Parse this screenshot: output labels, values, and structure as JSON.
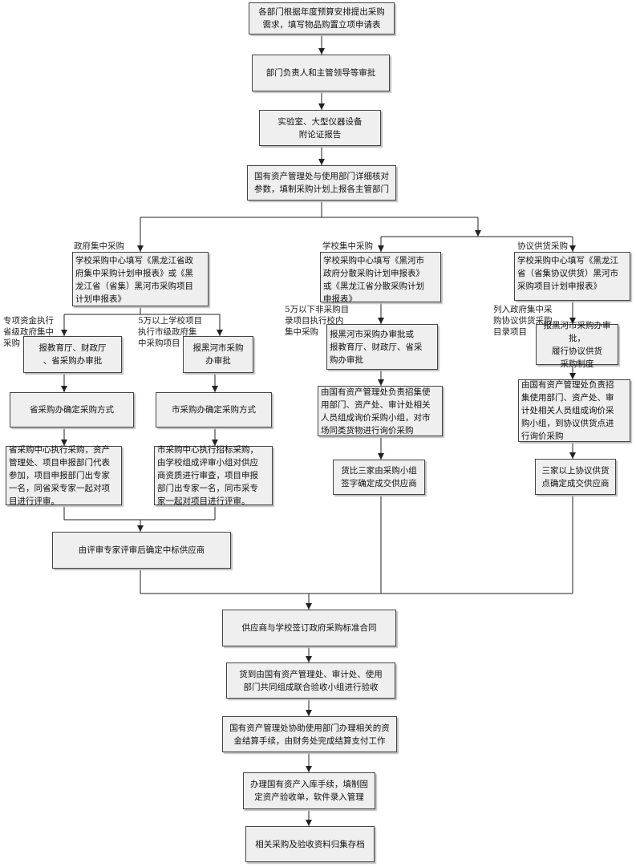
{
  "boxes": {
    "b1": "各部门根据年度预算安排提出采购\n需求，填写物品购置立项申请表",
    "b2": "部门负责人和主管领导等审批",
    "b3": "实验室、大型仪器设备\n附论证报告",
    "b4": "国有资产管理处与使用部门详细核对\n参数，填制采购计划上报各主管部门",
    "g1": "学校采购中心填写《黑龙江省政\n府集中采购计划申报表》或《黑\n龙江省（省集）黑河市采购项目\n计划申报表》",
    "g2a": "报教育厅、财政厅\n、省采购办审批",
    "g2b": "报黑河市采购\n办审批",
    "g3a": "省采购办确定采购方式",
    "g3b": "市采购办确定采购方式",
    "g4a": "省采购中心执行采购，资产\n管理处、项目申报部门代表\n参加，项目申报部门出专家\n一名，同省采专家一起对项\n目进行评审。",
    "g4b": "市采购中心执行招标采购，\n由学校组成评审小组对供应\n商资质进行审查，项目申报\n部门出专家一名，同市采专\n家一起对项目进行评审。",
    "g5": "由评审专家评审后确定中标供应商",
    "s1": "学校采购中心填写《黑河市\n政府分散采购计划申报表》\n或《黑龙江省分散采购计划\n申报表》",
    "s2": "报黑河市采购办审批或\n报教育厅、财政厅、省采\n购办审批",
    "s3": "由国有资产管理处负责招集使\n用部门、资产处、审计处相关\n人员组成询价采购小组，对市\n场同类货物进行询价采购",
    "s4": "货比三家由采购小组\n签字确定成交供应商",
    "x1": "学校采购中心填写《黑龙江\n省（省集协议供货）黑河市\n采购项目计划申报表》",
    "x2": "报黑河市采购办审批，\n履行协议供货\n采购制度",
    "x3": "由国有资产管理处负责招\n集使用部门、资产处、审\n计处相关人员组成询价采\n购小组，到协议供货点进\n行询价采购",
    "x4": "三家以上协议供货\n点确定成交供应商",
    "c1": "供应商与学校签订政府采购标准合同",
    "c2": "货到由国有资产管理处、审计处、使用\n部门共同组成联合验收小组进行验收",
    "c3": "国有资产管理处协助使用部门办理相关的资\n金结算手续，由财务处完成结算支付工作",
    "c4": "办理国有资产入库手续，填制固\n定资产验收单，软件录入管理",
    "c5": "相关采购及验收资料归集存档"
  },
  "labels": {
    "gov": "政府集中采购",
    "school": "学校集中采购",
    "agree": "协议供货采购",
    "special": "专项资金执行\n省级政府集中\n采购",
    "over5": "5万以上学校项目\n执行市级政府集\n中采购项目",
    "under5": "5万以下非采购目\n录项目执行校内\n集中采购",
    "listed": "列入政府集中采\n购协议供货采购\n目录项目"
  }
}
